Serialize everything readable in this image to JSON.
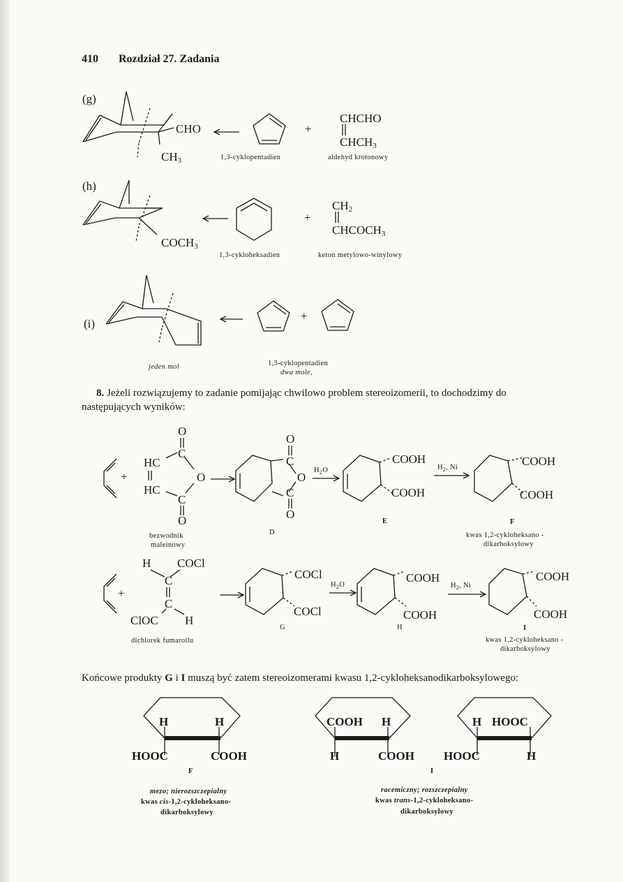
{
  "header": {
    "page_number": "410",
    "chapter_title": "Rozdział 27. Zadania"
  },
  "section_g": {
    "label": "(g)",
    "product_cho": "CHO",
    "product_ch3": "CH",
    "product_ch3_sub": "3",
    "reactant1_name": "1,3-cyklopentadien",
    "reactant2_top": "CHCHO",
    "reactant2_bottom": "CHCH",
    "reactant2_bottom_sub": "3",
    "reactant2_name": "aldehyd krotonowy",
    "plus": "+"
  },
  "section_h": {
    "label": "(h)",
    "product_coch3": "COCH",
    "product_coch3_sub": "3",
    "reactant1_name": "1,3-cykloheksadien",
    "reactant2_top": "CH",
    "reactant2_top_sub": "2",
    "reactant2_bottom": "CHCOCH",
    "reactant2_bottom_sub": "3",
    "reactant2_name": "keton metylowo-winylowy",
    "plus": "+"
  },
  "section_i": {
    "label": "(i)",
    "plus": "+",
    "left_caption": "jeden mol",
    "reactant_name": "1,3-cyklopentadien",
    "reactant_caption": "dwa mole,"
  },
  "problem8": {
    "number": "8.",
    "text_line1": "Jeżeli rozwiązujemy to zadanie pomijając chwilowo problem stereoizomerii, to dochodzimy do",
    "text_line2": "następujących wyników:"
  },
  "scheme1": {
    "plus": "+",
    "O_top": "O",
    "C_top": "C",
    "HC1": "HC",
    "HC2": "HC",
    "O_ring": "O",
    "C_bottom": "C",
    "O_bottom": "O",
    "anhydride_name1": "bezwodnik",
    "anhydride_name2": "maleinowy",
    "D_O_top": "O",
    "D_C_top": "C",
    "D_O_ring": "O",
    "D_C_bottom": "C",
    "D_O_bottom": "O",
    "D_label": "D",
    "h2o": "H",
    "h2o_sub": "2",
    "h2o_end": "O",
    "E_cooh_top": "COOH",
    "E_cooh_bottom": "COOH",
    "E_label": "E",
    "h2ni": "H",
    "h2ni_sub": "2",
    "h2ni_end": ", Ni",
    "F_cooh_top": "COOH",
    "F_cooh_bottom": "COOH",
    "F_label": "F",
    "F_name1": "kwas 1,2-cykloheksano -",
    "F_name2": "dikarboksylowy"
  },
  "scheme2": {
    "plus": "+",
    "H_top": "H",
    "COCl_top": "COCl",
    "C1": "C",
    "C2": "C",
    "ClOC": "ClOC",
    "H_bottom": "H",
    "fumaroyl_name": "dichlorek fumaroilu",
    "G_cocl_top": "COCl",
    "G_cocl_bottom": "COCl",
    "G_label": "G",
    "h2o": "H",
    "h2o_sub": "2",
    "h2o_end": "O",
    "H_cooh_top": "COOH",
    "H_cooh_bottom": "COOH",
    "H_label": "H",
    "h2ni": "H",
    "h2ni_sub": "2",
    "h2ni_end": ", Ni",
    "I_cooh_top": "COOH",
    "I_cooh_bottom": "COOH",
    "I_label": "I",
    "I_name1": "kwas 1,2-cykloheksano -",
    "I_name2": "dikarboksylowy"
  },
  "conclusion": {
    "text_start": "Końcowe produkty ",
    "G": "G",
    "mid": " i ",
    "I": "I",
    "text_end": " muszą być zatem stereoizomerami kwasu 1,2-cykloheksanodikarboksylowego:"
  },
  "final": {
    "F_H1": "H",
    "F_H2": "H",
    "F_HOOC": "HOOC",
    "F_COOH": "COOH",
    "F_label": "F",
    "F_desc1": "mezo; nierozszczepialny",
    "F_desc2_pre": "kwas ",
    "F_desc2_it": "cis",
    "F_desc2_post": "-1,2-cykloheksano-",
    "F_desc3": "dikarboksylowy",
    "I1_COOH": "COOH",
    "I1_H": "H",
    "I1_Hb": "H",
    "I1_COOHb": "COOH",
    "I2_H": "H",
    "I2_HOOC": "HOOC",
    "I2_HOOCb": "HOOC",
    "I2_Hb": "H",
    "I_label": "I",
    "I_desc1": "racemiczny; rozszczepialny",
    "I_desc2_pre": "kwas ",
    "I_desc2_it": "trans",
    "I_desc2_post": "-1,2-cykloheksano-",
    "I_desc3": "dikarboksylowy"
  }
}
